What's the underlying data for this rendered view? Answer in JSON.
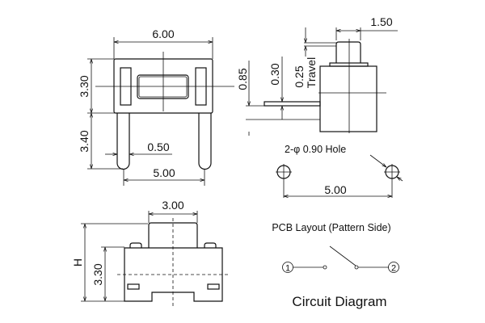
{
  "top_view": {
    "width": "6.00",
    "body_height": "3.30",
    "pin_length": "3.40",
    "pin_width": "0.50",
    "pin_pitch": "5.00"
  },
  "side_view": {
    "actuator_width": "1.50",
    "lead_offset": "0.85",
    "lead_thickness": "0.30",
    "travel_value": "0.25",
    "travel_label": "Travel"
  },
  "pcb_layout": {
    "hole_label": "2-φ 0.90 Hole",
    "hole_pitch": "5.00",
    "title": "PCB Layout (Pattern Side)"
  },
  "front_view": {
    "actuator_width": "3.00",
    "body_height": "3.30",
    "total_height": "H"
  },
  "circuit": {
    "terminal_1": "1",
    "terminal_2": "2",
    "title": "Circuit Diagram"
  }
}
